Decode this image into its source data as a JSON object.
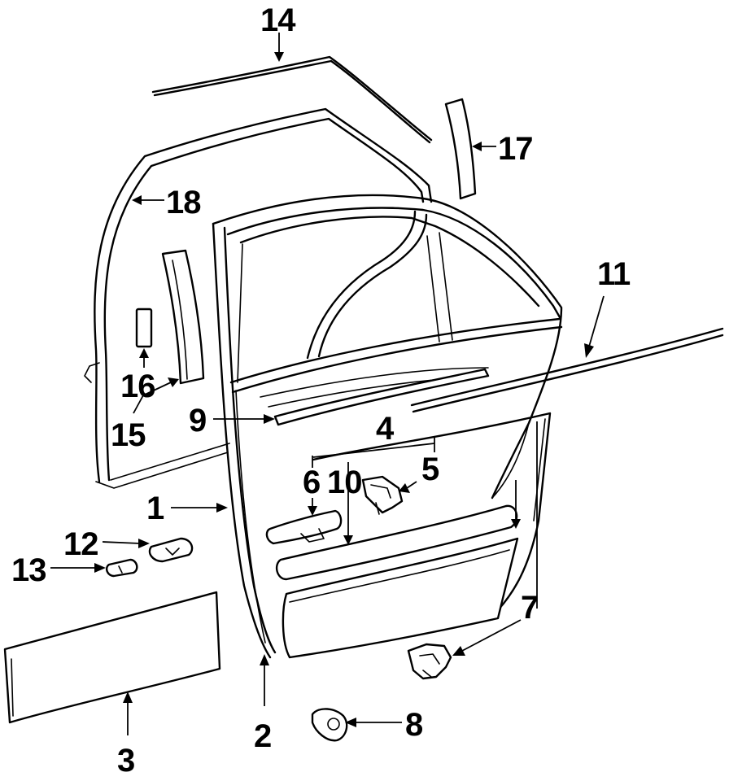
{
  "callouts": [
    {
      "id": "c1",
      "text": "1"
    },
    {
      "id": "c2",
      "text": "2"
    },
    {
      "id": "c3",
      "text": "3"
    },
    {
      "id": "c4",
      "text": "4"
    },
    {
      "id": "c5",
      "text": "5"
    },
    {
      "id": "c6",
      "text": "6"
    },
    {
      "id": "c7",
      "text": "7"
    },
    {
      "id": "c8",
      "text": "8"
    },
    {
      "id": "c9",
      "text": "9"
    },
    {
      "id": "c10",
      "text": "10"
    },
    {
      "id": "c11",
      "text": "11"
    },
    {
      "id": "c12",
      "text": "12"
    },
    {
      "id": "c13",
      "text": "13"
    },
    {
      "id": "c14",
      "text": "14"
    },
    {
      "id": "c15",
      "text": "15"
    },
    {
      "id": "c16",
      "text": "16"
    },
    {
      "id": "c17",
      "text": "17"
    },
    {
      "id": "c18",
      "text": "18"
    }
  ]
}
